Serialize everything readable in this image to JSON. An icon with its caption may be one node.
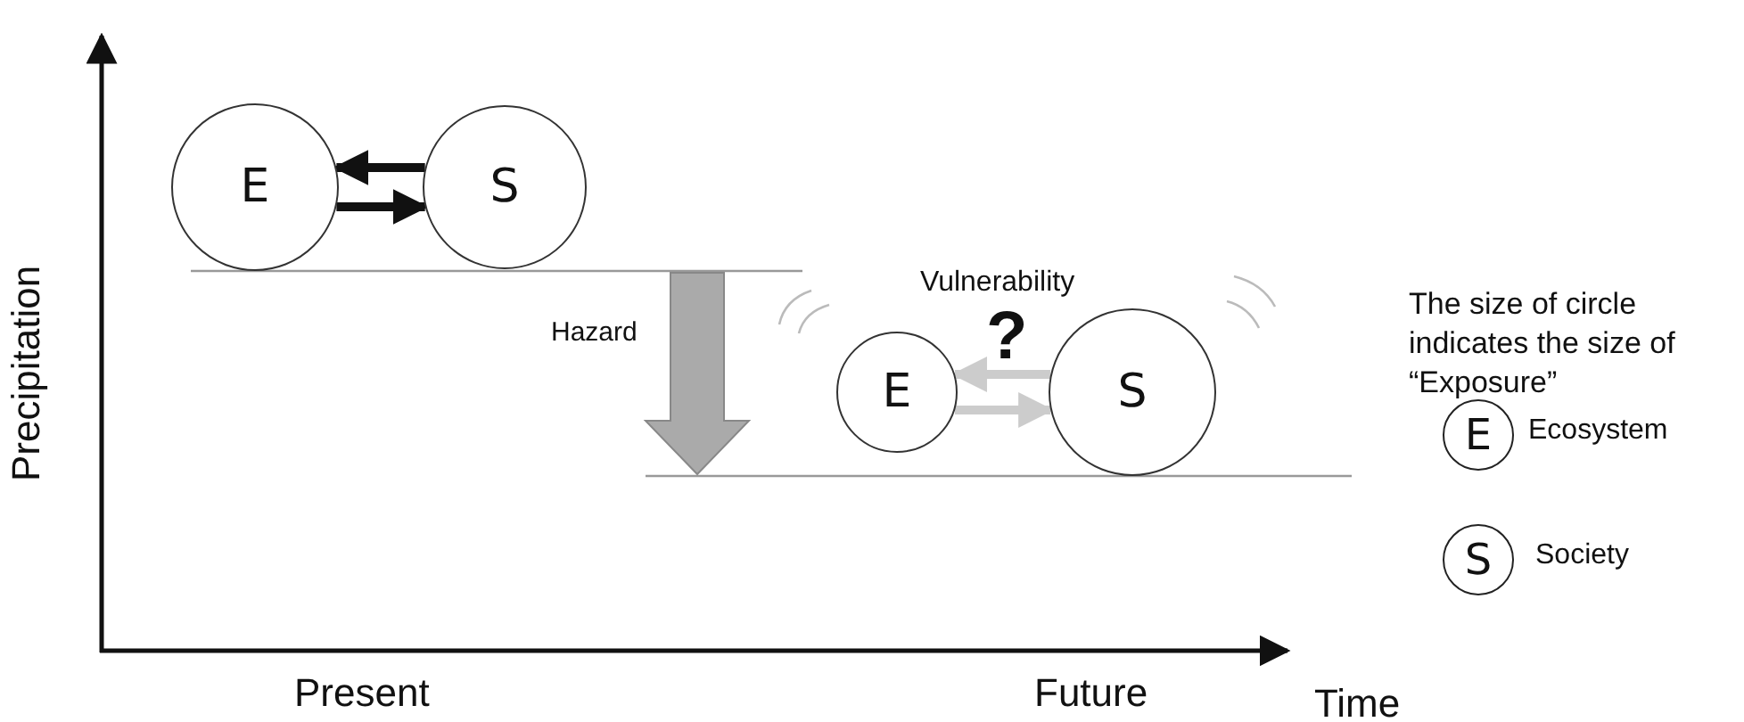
{
  "diagram": {
    "nodes": [
      {
        "text": [
          "E"
        ]
      },
      {
        "text": [
          "S"
        ]
      },
      {
        "text": [
          "E"
        ]
      },
      {
        "text": [
          "S"
        ]
      }
    ],
    "edges": [
      {
        "from": 1,
        "to": 0,
        "arrow": "to"
      },
      {
        "from": 0,
        "to": 1,
        "arrow": "to"
      },
      {
        "from": 3,
        "to": 2,
        "arrow": "to",
        "color": "#cccccc"
      },
      {
        "from": 2,
        "to": 3,
        "arrow": "to",
        "color": "#cccccc"
      }
    ],
    "labels": [
      "Precipitation",
      "Hazard",
      "Vulnerability",
      "?",
      "The size of circle indicates the size of “Exposure”",
      "E",
      "S",
      "Present",
      "Future",
      "Time"
    ],
    "legend": [
      {
        "text": "Ecosystem"
      },
      {
        "text": "Society"
      }
    ]
  }
}
